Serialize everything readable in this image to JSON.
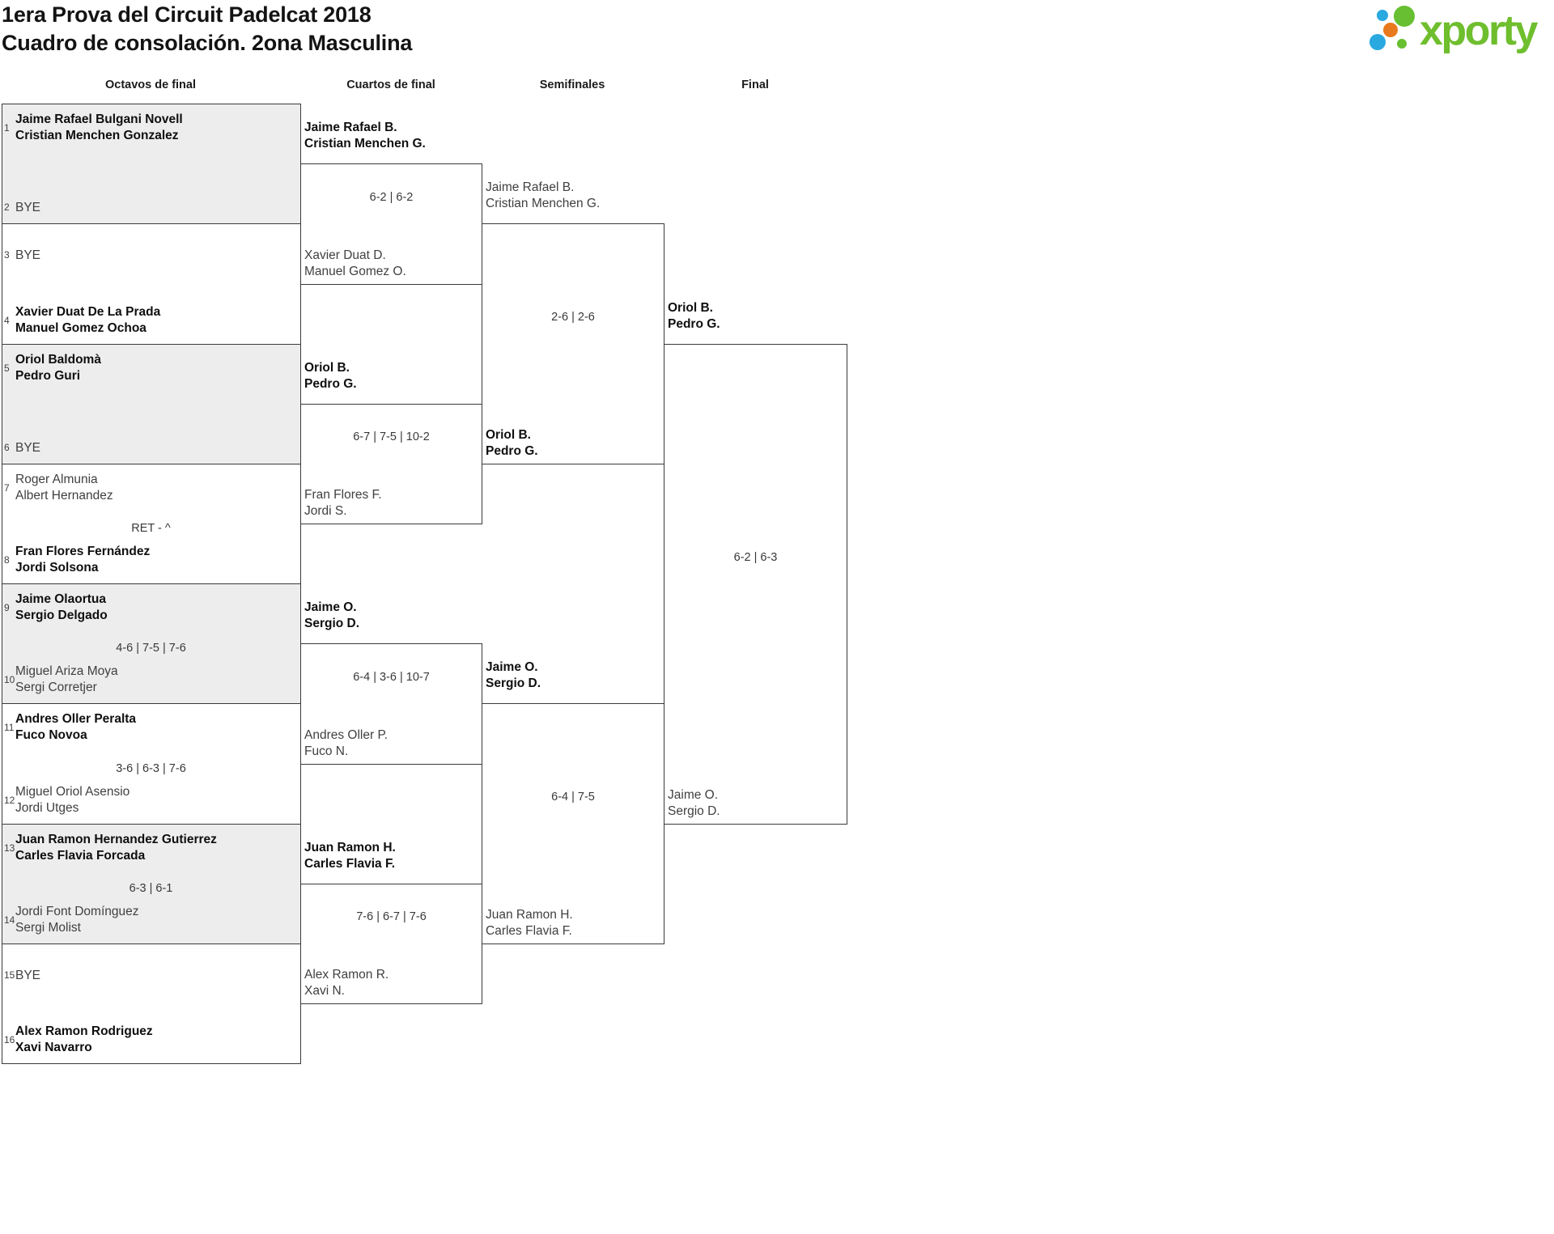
{
  "title": {
    "line1": "1era Prova del Circuit Padelcat 2018",
    "line2": "Cuadro de consolación. 2ona Masculina"
  },
  "logo": {
    "brand": "xporty",
    "text_color": "#6fbe2e",
    "dot_colors": {
      "green": "#67bf31",
      "blue": "#29a9e0",
      "orange": "#e8791d"
    }
  },
  "round_headers": [
    "Octavos de final",
    "Cuartos de final",
    "Semifinales",
    "Final"
  ],
  "colors": {
    "box_border": "#3a3a3a",
    "box_fill_shaded": "#ededed",
    "box_fill": "#ffffff",
    "winner_text": "#0f0f0f",
    "regular_text": "#404040",
    "score_text": "#383838"
  },
  "bracket": {
    "round_of_16": [
      {
        "shaded": true,
        "score": "",
        "slots": [
          {
            "seed": "1",
            "lines": [
              "Jaime Rafael Bulgani Novell",
              "Cristian Menchen Gonzalez"
            ],
            "winner": true
          },
          {
            "seed": "2",
            "lines": [
              "BYE"
            ],
            "winner": false
          }
        ]
      },
      {
        "shaded": false,
        "score": "",
        "slots": [
          {
            "seed": "3",
            "lines": [
              "BYE"
            ],
            "winner": false
          },
          {
            "seed": "4",
            "lines": [
              "Xavier Duat De La Prada",
              "Manuel Gomez Ochoa"
            ],
            "winner": true
          }
        ]
      },
      {
        "shaded": true,
        "score": "",
        "slots": [
          {
            "seed": "5",
            "lines": [
              "Oriol Baldomà",
              "Pedro Guri"
            ],
            "winner": true
          },
          {
            "seed": "6",
            "lines": [
              "BYE"
            ],
            "winner": false
          }
        ]
      },
      {
        "shaded": false,
        "score": "RET - ^",
        "slots": [
          {
            "seed": "7",
            "lines": [
              "Roger Almunia",
              "Albert Hernandez"
            ],
            "winner": false
          },
          {
            "seed": "8",
            "lines": [
              "Fran Flores Fernández",
              "Jordi Solsona"
            ],
            "winner": true
          }
        ]
      },
      {
        "shaded": true,
        "score": "4-6 | 7-5 | 7-6",
        "slots": [
          {
            "seed": "9",
            "lines": [
              "Jaime Olaortua",
              "Sergio Delgado"
            ],
            "winner": true
          },
          {
            "seed": "10",
            "lines": [
              "Miguel Ariza Moya",
              "Sergi Corretjer"
            ],
            "winner": false
          }
        ]
      },
      {
        "shaded": false,
        "score": "3-6 | 6-3 | 7-6",
        "slots": [
          {
            "seed": "11",
            "lines": [
              "Andres Oller Peralta",
              "Fuco Novoa"
            ],
            "winner": true
          },
          {
            "seed": "12",
            "lines": [
              "Miguel Oriol Asensio",
              "Jordi Utges"
            ],
            "winner": false
          }
        ]
      },
      {
        "shaded": true,
        "score": "6-3 | 6-1",
        "slots": [
          {
            "seed": "13",
            "lines": [
              "Juan Ramon Hernandez Gutierrez",
              "Carles Flavia Forcada"
            ],
            "winner": true
          },
          {
            "seed": "14",
            "lines": [
              "Jordi Font Domínguez",
              "Sergi Molist"
            ],
            "winner": false
          }
        ]
      },
      {
        "shaded": false,
        "score": "",
        "slots": [
          {
            "seed": "15",
            "lines": [
              "BYE"
            ],
            "winner": false
          },
          {
            "seed": "16",
            "lines": [
              "Alex Ramon Rodriguez",
              "Xavi Navarro"
            ],
            "winner": true
          }
        ]
      }
    ],
    "quarterfinals": [
      {
        "score": "6-2 | 6-2",
        "top": {
          "lines": [
            "Jaime Rafael B.",
            "Cristian Menchen G."
          ],
          "winner": true
        },
        "bottom": {
          "lines": [
            "Xavier Duat D.",
            "Manuel Gomez O."
          ],
          "winner": false
        }
      },
      {
        "score": "6-7 | 7-5 | 10-2",
        "top": {
          "lines": [
            "Oriol B.",
            "Pedro G."
          ],
          "winner": true
        },
        "bottom": {
          "lines": [
            "Fran Flores F.",
            "Jordi S."
          ],
          "winner": false
        }
      },
      {
        "score": "6-4 | 3-6 | 10-7",
        "top": {
          "lines": [
            "Jaime O.",
            "Sergio D."
          ],
          "winner": true
        },
        "bottom": {
          "lines": [
            "Andres Oller P.",
            "Fuco N."
          ],
          "winner": false
        }
      },
      {
        "score": "7-6 | 6-7 | 7-6",
        "top": {
          "lines": [
            "Juan Ramon H.",
            "Carles Flavia F."
          ],
          "winner": true
        },
        "bottom": {
          "lines": [
            "Alex Ramon R.",
            "Xavi N."
          ],
          "winner": false
        }
      }
    ],
    "semifinals": [
      {
        "score": "2-6 | 2-6",
        "top": {
          "lines": [
            "Jaime Rafael B.",
            "Cristian Menchen G."
          ],
          "winner": false
        },
        "bottom": {
          "lines": [
            "Oriol B.",
            "Pedro G."
          ],
          "winner": true
        }
      },
      {
        "score": "6-4 | 7-5",
        "top": {
          "lines": [
            "Jaime O.",
            "Sergio D."
          ],
          "winner": true
        },
        "bottom": {
          "lines": [
            "Juan Ramon H.",
            "Carles Flavia F."
          ],
          "winner": false
        }
      }
    ],
    "final": [
      {
        "score": "6-2 | 6-3",
        "top": {
          "lines": [
            "Oriol B.",
            "Pedro G."
          ],
          "winner": true
        },
        "bottom": {
          "lines": [
            "Jaime O.",
            "Sergio D."
          ],
          "winner": false
        }
      }
    ]
  }
}
